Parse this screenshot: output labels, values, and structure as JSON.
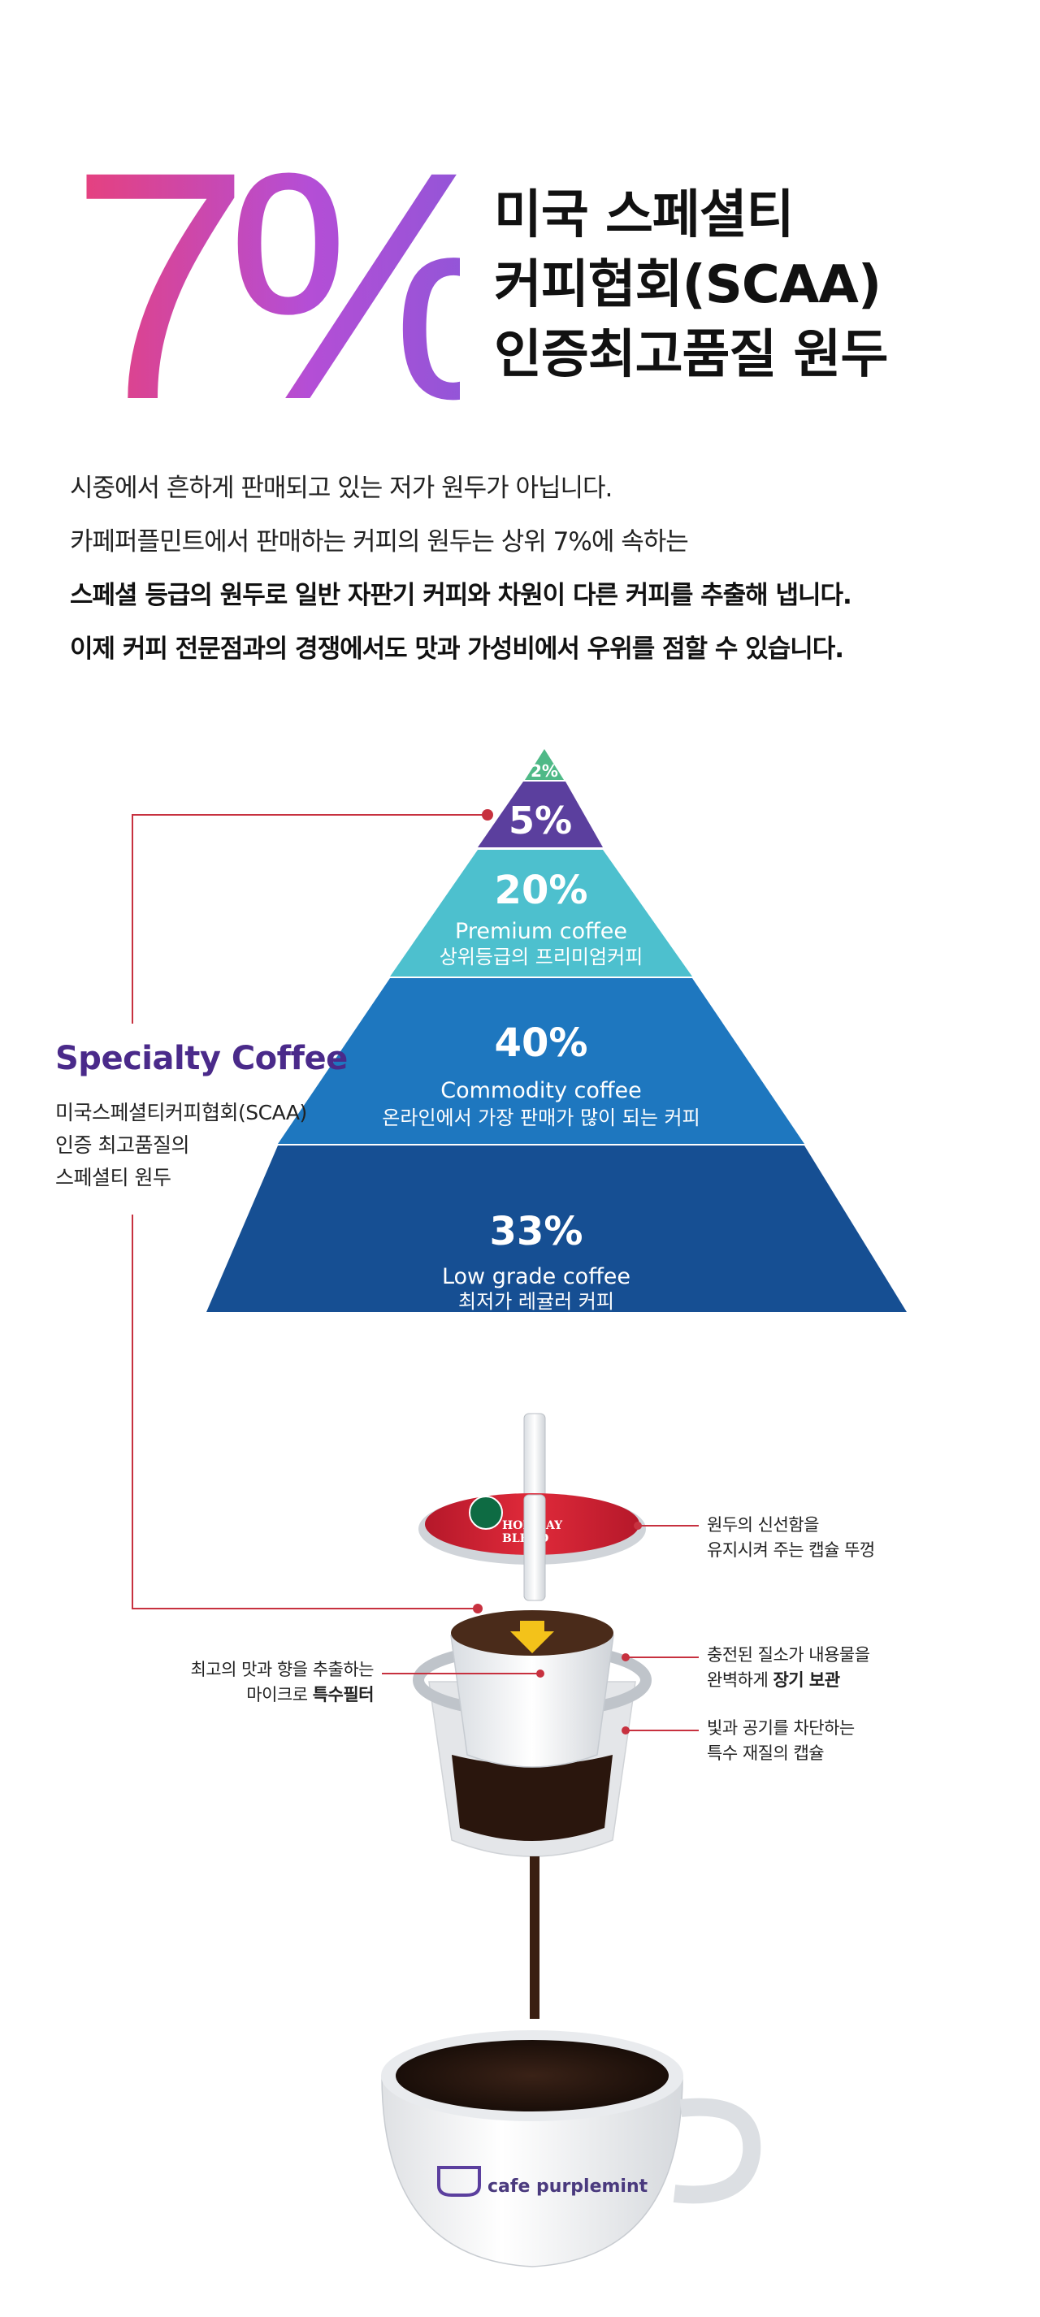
{
  "hero": {
    "percent": "7%",
    "title_lines": [
      "미국 스페셜티",
      "커피협회(SCAA)",
      "인증최고품질 원두"
    ],
    "gradient": [
      "#e8407a",
      "#b44ed6",
      "#8a57d8"
    ]
  },
  "intro": {
    "lines": [
      "시중에서 흔하게 판매되고 있는 저가 원두가 아닙니다.",
      "카페퍼플민트에서 판매하는 커피의 원두는 상위 7%에 속하는",
      "스페셜 등급의 원두로 일반 자판기 커피와 차원이 다른 커피를 추출해 냅니다.",
      "이제 커피 전문점과의 경쟁에서도 맛과 가성비에서 우위를 점할 수 있습니다."
    ]
  },
  "pyramid": {
    "tiers": [
      {
        "percent": "2%",
        "value": 2,
        "name": "",
        "desc": "",
        "color": "#4fb987"
      },
      {
        "percent": "5%",
        "value": 5,
        "name": "",
        "desc": "",
        "color": "#5b3f9e"
      },
      {
        "percent": "20%",
        "value": 20,
        "name": "Premium coffee",
        "desc": "상위등급의 프리미엄커피",
        "color": "#4dc0ce"
      },
      {
        "percent": "40%",
        "value": 40,
        "name": "Commodity coffee",
        "desc": "온라인에서 가장 판매가 많이 되는 커피",
        "color": "#1e77bf"
      },
      {
        "percent": "33%",
        "value": 33,
        "name": "Low grade coffee",
        "desc": "최저가 레귤러 커피",
        "color": "#164f93"
      }
    ],
    "connector_color": "#c7313f"
  },
  "specialty": {
    "title": "Specialty Coffee",
    "desc_lines": [
      "미국스페셜티커피협회(SCAA)",
      "인증 최고품질의",
      "스페셜티 원두"
    ]
  },
  "capsule": {
    "lid_brand_line1": "HOLIDAY",
    "lid_brand_line2": "BLEND",
    "cup_brand": "cafe purplemint",
    "notes": {
      "lid": [
        "원두의 신선함을",
        "유지시켜 주는 캡슐 뚜껑"
      ],
      "storage_prefix": "충전된 질소가 내용물을",
      "storage_line2_prefix": "완벽하게 ",
      "storage_bold": "장기 보관",
      "capsule": [
        "빛과 공기를 차단하는",
        "특수 재질의 캡슐"
      ],
      "filter_line1": "최고의 맛과 향을 추출하는",
      "filter_line2_prefix": "마이크로 ",
      "filter_bold": "특수필터"
    }
  }
}
